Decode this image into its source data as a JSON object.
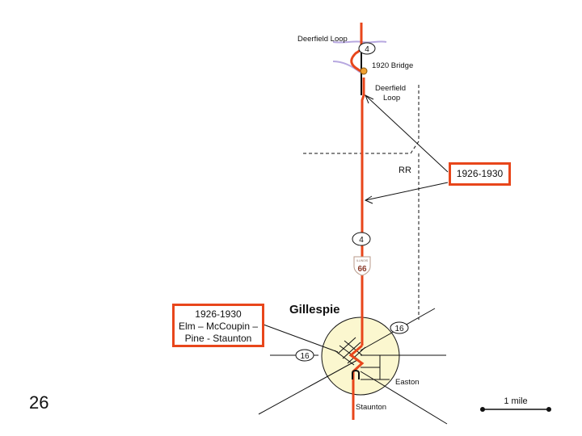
{
  "labels": {
    "deerfield_loop_top": "Deerfield Loop",
    "bridge": "1920 Bridge",
    "deerfield_loop_right_1": "Deerfield",
    "deerfield_loop_right_2": "Loop",
    "railroad": "RR",
    "town": "Gillespie",
    "easton": "Easton",
    "staunton": "Staunton",
    "scale": "1 mile"
  },
  "callouts": {
    "alignment_1926": "1926-1930",
    "streets_line1": "1926-1930",
    "streets_line2": "Elm –  McCoupin –",
    "streets_line3": "Pine - Staunton"
  },
  "shields": {
    "route4_top": "4",
    "route4_mid": "4",
    "route16_right": "16",
    "route16_left": "16",
    "us66_top": "ILLINOIS",
    "us66_number": "66"
  },
  "page_number": "26",
  "colors": {
    "route66": "#e8461b",
    "town_fill": "#fbf7cf",
    "callout_border": "#e8461b",
    "creek": "#b7a8e0",
    "bridge_marker": "#f0a030"
  }
}
